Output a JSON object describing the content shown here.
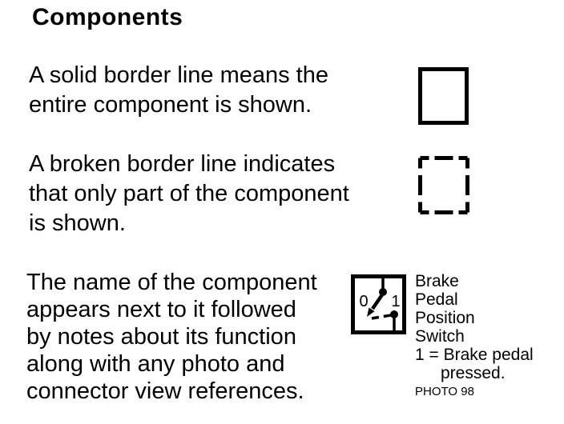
{
  "colors": {
    "ink": "#000000",
    "paper": "#ffffff"
  },
  "title": "Components",
  "sections": {
    "solid": {
      "lines": [
        "A solid border line means the",
        "entire component is shown."
      ]
    },
    "broken": {
      "lines": [
        "A broken border line indicates",
        "that only part of the component",
        "is shown."
      ]
    },
    "naming": {
      "lines": [
        "The name of the component",
        "appears next to it followed",
        "by notes about its function",
        "along with any photo and",
        "connector view references."
      ]
    }
  },
  "switch_symbol": {
    "position_off_label": "0",
    "position_on_label": "1"
  },
  "component_annotation": {
    "name_lines": [
      "Brake",
      "Pedal",
      "Position",
      "Switch"
    ],
    "note_lines": [
      "1 = Brake pedal",
      "pressed."
    ],
    "photo_reference": "PHOTO 98"
  }
}
